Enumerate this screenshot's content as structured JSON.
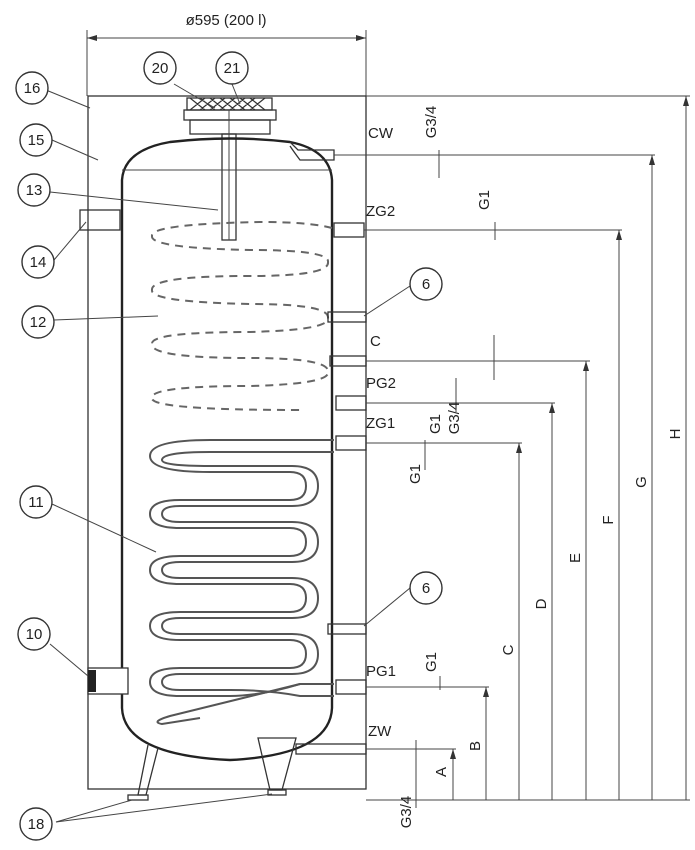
{
  "dimension_top": "ø595 (200 l)",
  "callouts": [
    {
      "id": "c20",
      "text": "20"
    },
    {
      "id": "c21",
      "text": "21"
    },
    {
      "id": "c16",
      "text": "16"
    },
    {
      "id": "c15",
      "text": "15"
    },
    {
      "id": "c13",
      "text": "13"
    },
    {
      "id": "c14",
      "text": "14"
    },
    {
      "id": "c12",
      "text": "12"
    },
    {
      "id": "c6a",
      "text": "6"
    },
    {
      "id": "c11",
      "text": "11"
    },
    {
      "id": "c6b",
      "text": "6"
    },
    {
      "id": "c10",
      "text": "10"
    },
    {
      "id": "c18",
      "text": "18"
    }
  ],
  "connections": {
    "cw": "CW",
    "zg2": "ZG2",
    "c": "C",
    "pg2": "PG2",
    "zg1": "ZG1",
    "pg1": "PG1",
    "zw": "ZW"
  },
  "thread_sizes": {
    "cw": "G3/4",
    "zg2": "G1",
    "pg2_a": "G1",
    "pg2_b": "G3/4",
    "zg1": "G1",
    "pg1": "G1",
    "zw": "G3/4"
  },
  "height_dims": {
    "a": "A",
    "b": "B",
    "c": "C",
    "d": "D",
    "e": "E",
    "f": "F",
    "g": "G",
    "h": "H"
  }
}
